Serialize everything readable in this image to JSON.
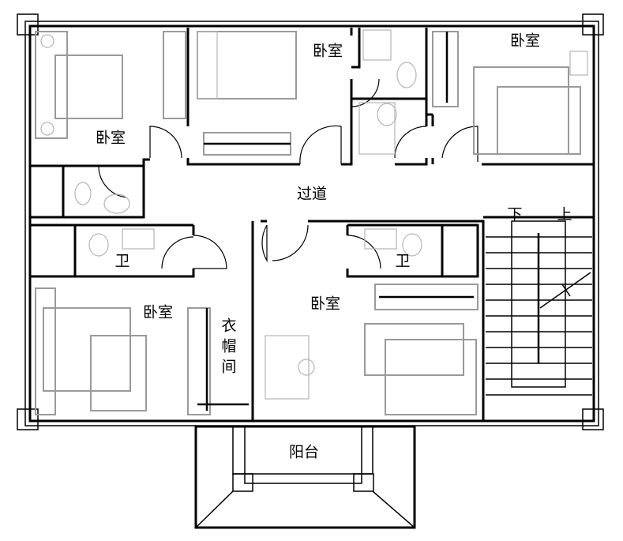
{
  "rooms": {
    "bedroom_top_left": "卧室",
    "bedroom_top_middle": "卧室",
    "bedroom_top_right": "卧室",
    "bedroom_bottom_left": "卧室",
    "bedroom_bottom_middle": "卧室",
    "corridor": "过道",
    "bathroom_left": "卫",
    "bathroom_right": "卫",
    "walk_in_closet": [
      "衣",
      "帽",
      "间"
    ],
    "balcony": "阳台"
  },
  "stairs": {
    "down": "下",
    "up": "上"
  }
}
